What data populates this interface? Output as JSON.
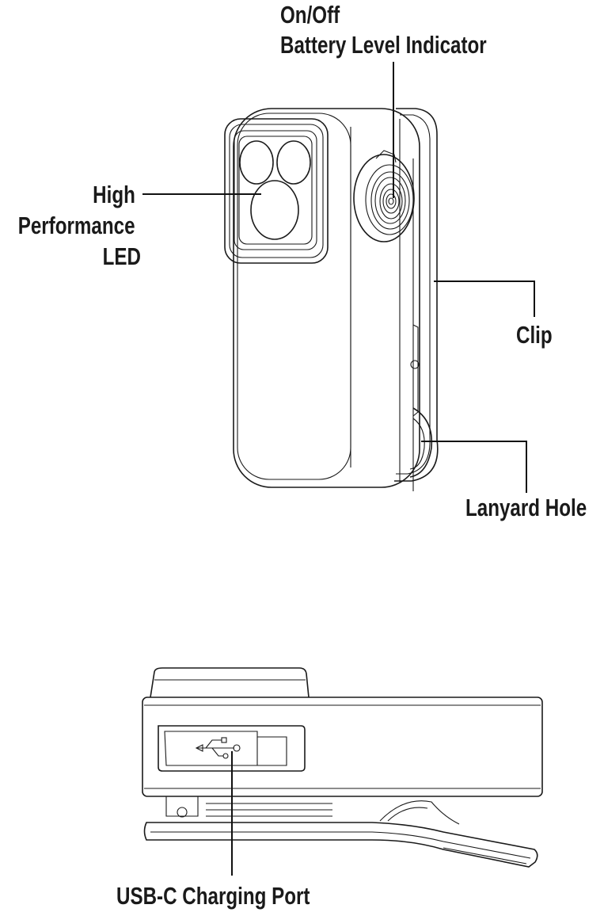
{
  "labels": {
    "power_line1": "On/Off",
    "power_line2": "Battery Level Indicator",
    "led_line1": "High",
    "led_line2": "Performance",
    "led_line3": "LED",
    "clip": "Clip",
    "lanyard": "Lanyard Hole",
    "usb": "USB-C Charging Port"
  },
  "colors": {
    "stroke": "#1a1a1a",
    "background": "#ffffff"
  },
  "icons": [
    "usb-icon"
  ]
}
